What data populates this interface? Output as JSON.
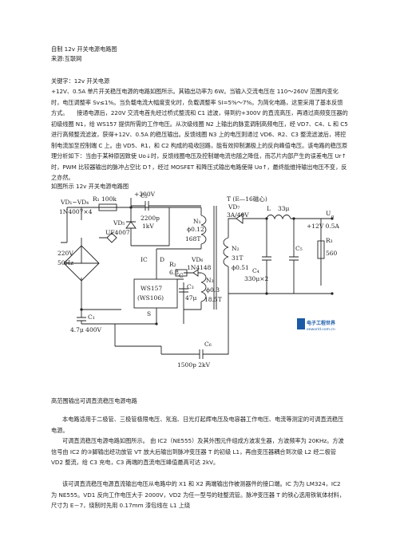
{
  "doc": {
    "title": "自制 12v 开关电源电路图",
    "source": "来源:互联网",
    "keywords": "关键字：12v  开关电源",
    "para1": "+12V、0.5A 单片开关稳压电源的电路如图所示。其输出功率为 6W。当输入交流电压在 110～260V 范围内变化时，电压调整率 Sv≤1%。当负载电流大幅度变化时，负载调整率 SI=5%～7%。为简化电路，这里采用了基本反馈方式。　　接通电源后，220V 交流电首先经过桥式整流和 C1 滤波，得到约+300V 的直流高压，再通过高频变压器的初级线圈 N1，给 WS157 提供所需的工作电压。从次级线圈 N2 上输出的脉宽调制高频电压，经 VD7、C4、L 和 C5 进行高频整流滤波，获得+12V、0.5A 的稳压输出。反馈线圈 N3 上的电压则通过 VD6、R2、C3 整流滤波后，将控制电流加至控制端 C 上。由 VD5、R1，和 C2 构成的吸收回路，能有效抑制漏极上的反向峰值电压。该电路的稳压原理分析如下：当由于某种原因致使 Uo↓时，反馈线圈电压及控制端电流也随之降低，而芯片内部产生的误差电压 Ur↑时，PWM 比较器输出的脉冲占空比 D↑，经过 MOSFET 和降压式输出电路使得 Uo↑，最终能维持输出电压不变，反之亦然。",
    "caption": "如图所示 12v 开关电源电路图",
    "caption2": "高范围输出可调直流稳压电源电路",
    "para2": "本电路适用于二极管、三极管极限电压、氖泡、日光灯起辉电压及电容器工作电压、电流等测定的可调直流稳压电源。",
    "para3": "可调直流稳压电源电路如图所示。 由 IC2（NE555）及其外围元件组成方波发生器，方波频率为 20KHz。方波信号由 IC2 的③脚输出经功放管 VT 放大后输出到脉冲变压器 T 的初级 L1，再由变压器耦合到次级 L2 经二极管 VD2 整流，给 C3 充电，C3 两端的直流电压峰值最高可达 2kV。",
    "para4": "该可调直流稳压电源直流输出电压从电路中的 X1 和 X2 两端输出作被测器件的接口端。IC 为为 LM324，IC2 为 NE555。VD1 反向工作电压大于 2000V，VD2 为任一型号的硅整流管。脉冲变压器 T 的铁心选用铁氧体材料，尺寸为 E－7，绕制时先用 0.17mm 漆包线在 L1 上绕"
  },
  "circuit": {
    "labels": {
      "vplus": "+300V",
      "transformer": "T (E—16磁心)",
      "vd_group1": "VD₁~VD₄",
      "vd_group2": "1N4007×4",
      "r1": "R₁ 100k",
      "c2": "C₂",
      "c2v1": "2200p",
      "c2v2": "1kV",
      "vd5": "VD₅",
      "vd5v": "UF4007",
      "n1": "N₁",
      "n1a": "ϕ0.12",
      "n1b": "168T",
      "vac1": "220V",
      "vac2": "50Hz",
      "ic": "IC",
      "d": "D",
      "chip1": "WS157",
      "chip2": "(WS106)",
      "s": "S",
      "c": "C",
      "r2": "R₂",
      "r2v": "6.8",
      "vd6": "VD₆",
      "vd6v": "1N4148",
      "c3": "C₃",
      "c3v": "47μ",
      "n3": "N₃",
      "n3a": "ϕ0.3",
      "n3b": "18.5T",
      "c1": "C₁",
      "c1v": "4.7μ 400V",
      "vd7": "VD₇",
      "vd7v": "3A/40V",
      "l": "L",
      "lv": "33μ",
      "n2": "N₂",
      "n2a": "31T",
      "n2b": "ϕ0.51",
      "c4": "C₄",
      "c4v": "330μ×2",
      "c5": "C₅",
      "r3": "R₃",
      "r3v": "560",
      "uo": "U",
      "uo_sub": "o",
      "vout": "+12V 0.5A",
      "c6": "C₆",
      "c6v": "1500p 2kV"
    },
    "logo_text": "电子工程世界",
    "logo_url": "eeworld.com.cn"
  }
}
